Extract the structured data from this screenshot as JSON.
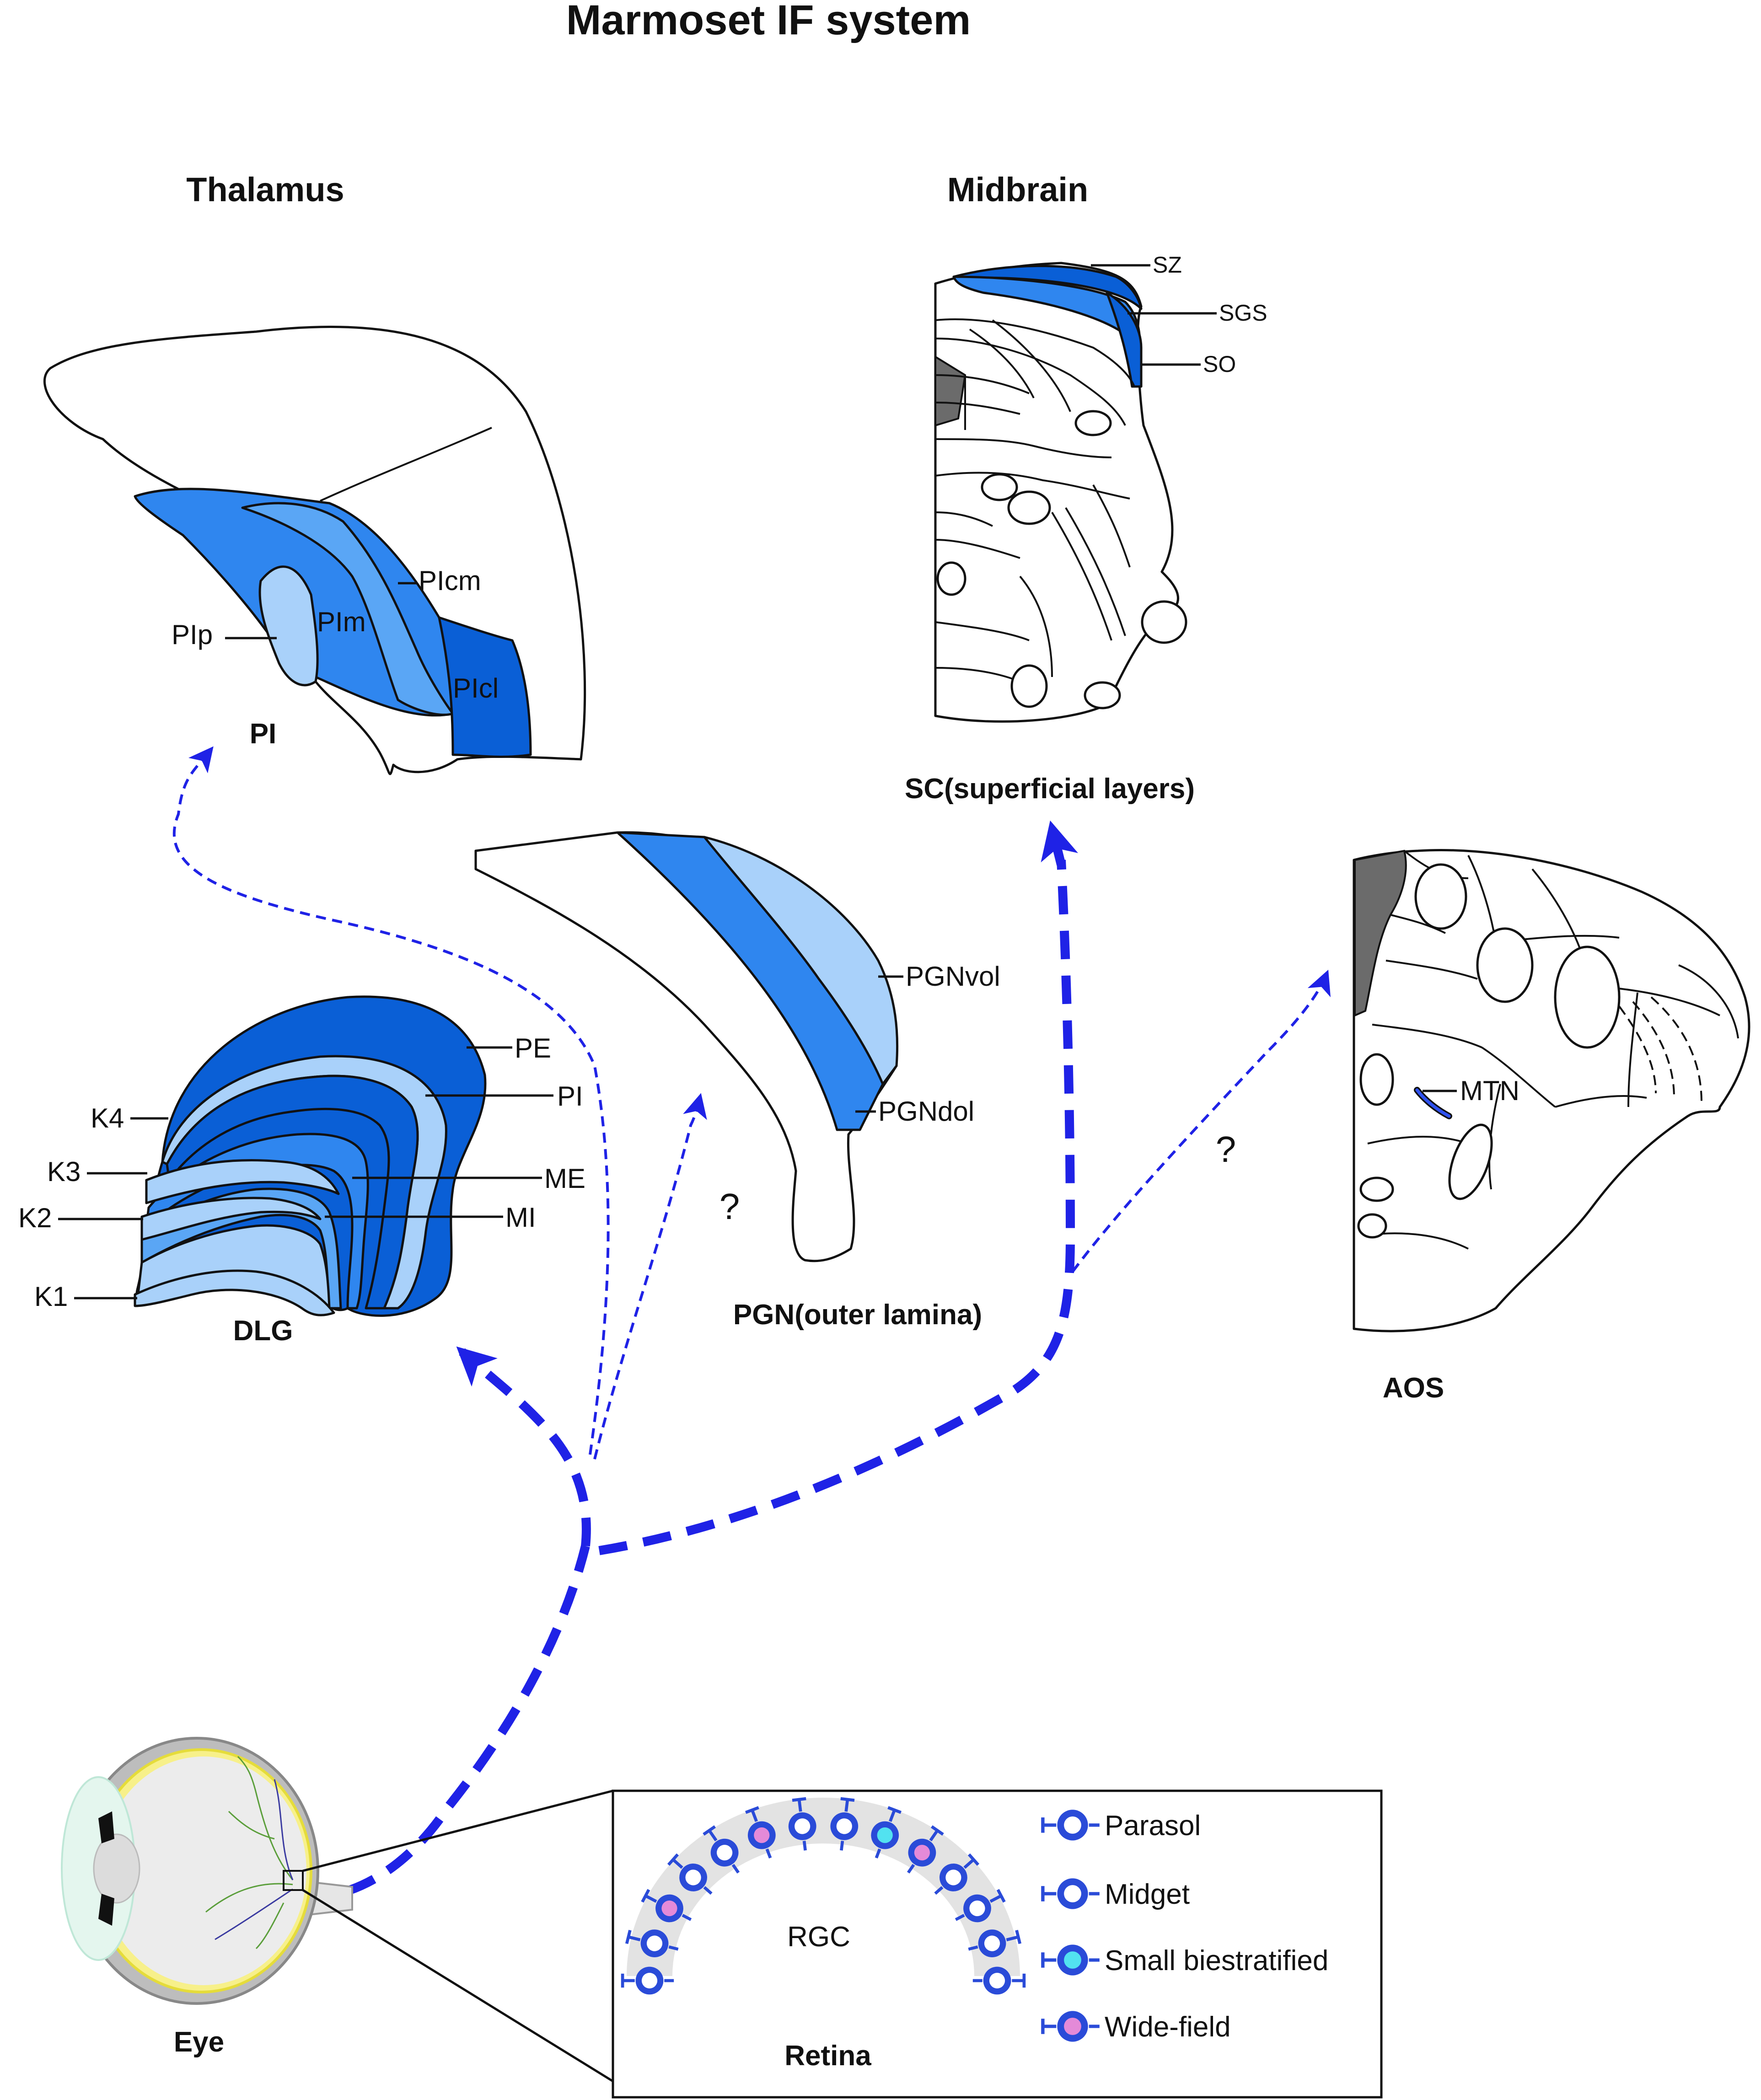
{
  "title": "Marmoset IF system",
  "sections": {
    "thalamus": "Thalamus",
    "midbrain": "Midbrain"
  },
  "regions": {
    "pi": "PI",
    "sc": "SC(superficial layers)",
    "pgn": "PGN(outer lamina)",
    "dlg": "DLG",
    "aos": "AOS",
    "eye": "Eye",
    "retina": "Retina"
  },
  "labels": {
    "pi_sub": [
      "PIp",
      "PIm",
      "PIcm",
      "PIcl"
    ],
    "sc_layers": [
      "SZ",
      "SGS",
      "SO"
    ],
    "pgn_layers": [
      "PGNvol",
      "PGNdol"
    ],
    "dlg_layers": [
      "PE",
      "PI",
      "ME",
      "MI"
    ],
    "k_layers": [
      "K4",
      "K3",
      "K2",
      "K1"
    ],
    "aos_nucleus": "MTN",
    "retina_center": "RGC",
    "unknown_mark": "?"
  },
  "legend": {
    "items": [
      {
        "label": "Parasol",
        "color": "#ffffff"
      },
      {
        "label": "Midget",
        "color": "#ffffff"
      },
      {
        "label": "Small biestratified",
        "color": "#52e2f0"
      },
      {
        "label": "Wide-field",
        "color": "#e48ad8"
      }
    ]
  },
  "colors": {
    "pathway": "#1f22e6",
    "layer_dark": "#0a5fd6",
    "layer_mid": "#2f86ef",
    "layer_light": "#5aa6f5",
    "layer_pale": "#a9d1fa",
    "cell_body": "#2a4bd8"
  }
}
